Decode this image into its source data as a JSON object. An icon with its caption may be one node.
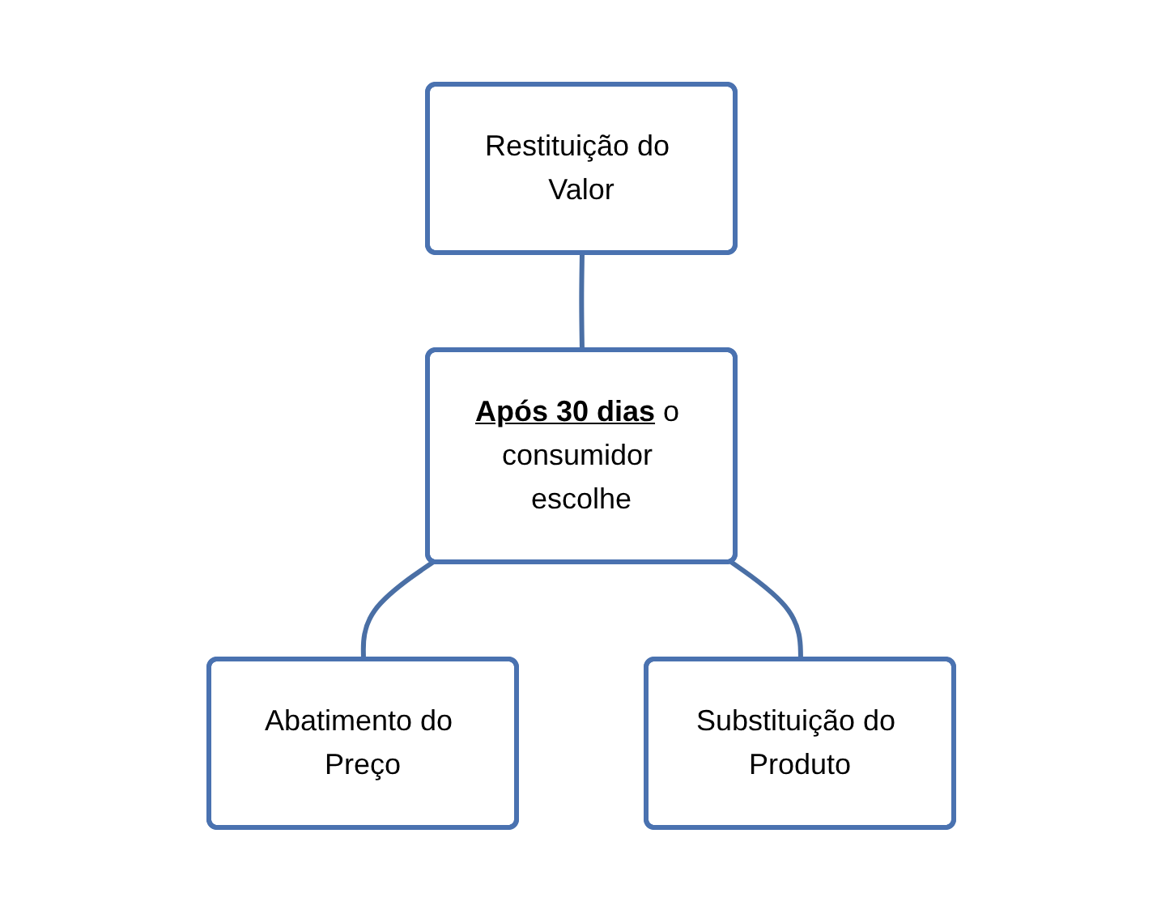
{
  "diagram": {
    "nodes": [
      {
        "text": [
          "Restituição do Valor"
        ]
      },
      {
        "text": [
          "**Após 30 dias** o consumidor escolhe"
        ]
      },
      {
        "text": [
          "Abatimento do Preço"
        ]
      },
      {
        "text": [
          "Substituição do Produto"
        ]
      }
    ],
    "edges": [
      {
        "from": 0,
        "to": 1,
        "arrow": "none"
      },
      {
        "from": 1,
        "to": 2,
        "arrow": "none"
      },
      {
        "from": 1,
        "to": 3,
        "arrow": "none"
      }
    ]
  }
}
